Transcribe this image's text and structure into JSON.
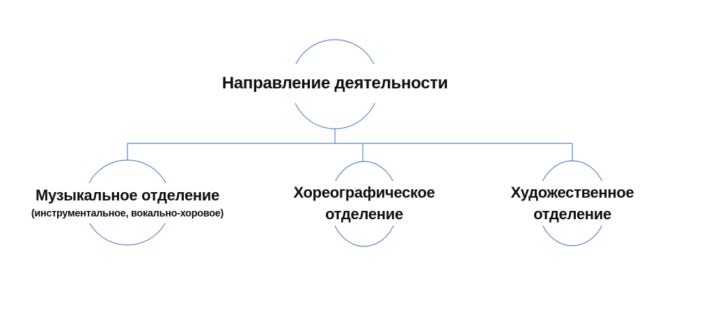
{
  "diagram": {
    "root": {
      "label": "Направление деятельности"
    },
    "nodes": [
      {
        "label": "Музыкальное отделение",
        "sublabel": "(инструментальное, вокально-хоровое)"
      },
      {
        "label": "Хореографическое отделение"
      },
      {
        "label": "Художественное отделение"
      }
    ],
    "colors": {
      "line": "#5b84c4",
      "text": "#0f0f0f",
      "background": "#ffffff"
    }
  }
}
